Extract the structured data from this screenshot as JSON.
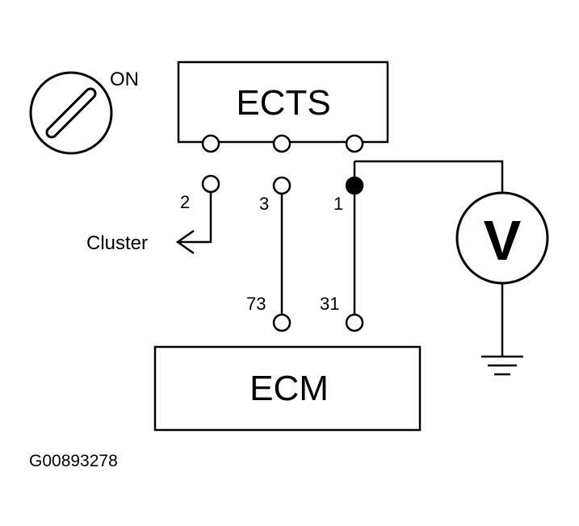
{
  "ignition_switch": {
    "state_label": "ON"
  },
  "sensor": {
    "name": "ECTS"
  },
  "module": {
    "name": "ECM"
  },
  "connector_pins": {
    "pin2": "2",
    "pin3": "3",
    "pin1": "1",
    "ecm73": "73",
    "ecm31": "31"
  },
  "destination": "Cluster",
  "meter": {
    "symbol": "V"
  },
  "figure_id": "G00893278"
}
